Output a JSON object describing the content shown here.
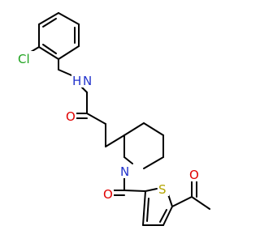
{
  "colors": {
    "bond": "#000000",
    "chlorine": "#1fa31f",
    "nitrogen": "#2233cc",
    "oxygen": "#e00000",
    "sulfur": "#b3a400",
    "background": "#ffffff"
  },
  "atoms": {
    "cl": "Cl",
    "amide_n": "N",
    "amide_h": "H",
    "amide_o": "O",
    "ring_n": "N",
    "carbonyl_o": "O",
    "thiophene_s": "S",
    "acetyl_o": "O"
  }
}
